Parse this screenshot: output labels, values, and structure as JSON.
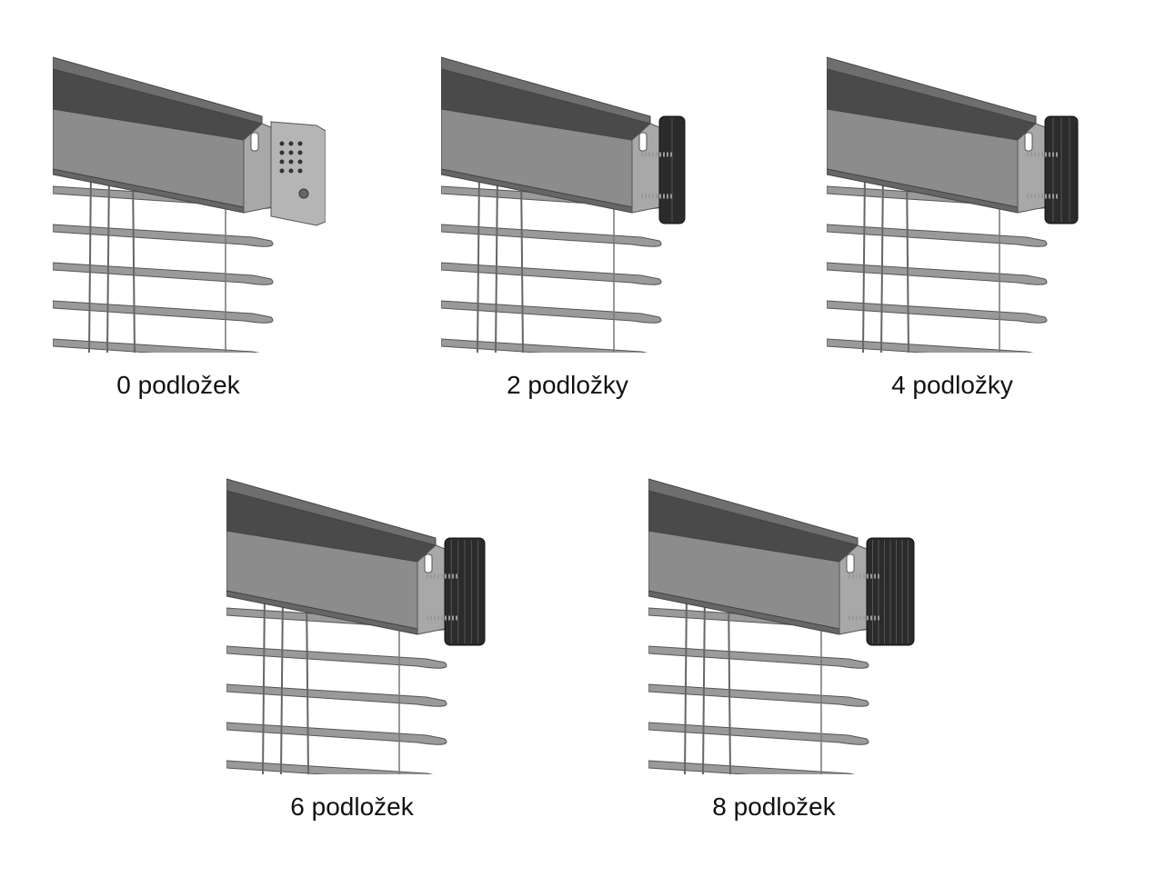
{
  "colors": {
    "rail": "#8c8c8c",
    "rail_top": "#6e6e6e",
    "rail_dark": "#4a4a4a",
    "slat": "#9a9a9a",
    "bracket": "#a8a8a8",
    "shim": "#2b2b2b"
  },
  "icons": [
    "blind-rail-icon",
    "bracket-icon",
    "shim-stack-icon",
    "slat-icon",
    "screw-icon"
  ],
  "panels": [
    {
      "label": "0 podložek",
      "shims": 0
    },
    {
      "label": "2 podložky",
      "shims": 2
    },
    {
      "label": "4 podložky",
      "shims": 4
    },
    {
      "label": "6 podložek",
      "shims": 6
    },
    {
      "label": "8 podložek",
      "shims": 8
    }
  ]
}
